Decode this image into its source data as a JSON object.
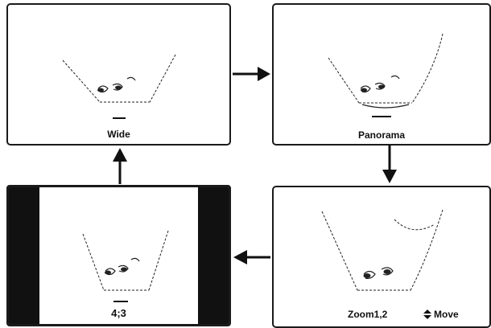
{
  "panels": {
    "wide": {
      "label": "Wide"
    },
    "panorama": {
      "label": "Panorama"
    },
    "zoom": {
      "label": "Zoom1,2",
      "move_label": "Move",
      "move_icon": "up-down-triangle-icon"
    },
    "ratio": {
      "label": "4;3"
    }
  },
  "flow": [
    "Wide",
    "Panorama",
    "Zoom1,2",
    "4;3"
  ],
  "colors": {
    "ink": "#111111",
    "border": "#1a1a1a",
    "background": "#ffffff"
  }
}
